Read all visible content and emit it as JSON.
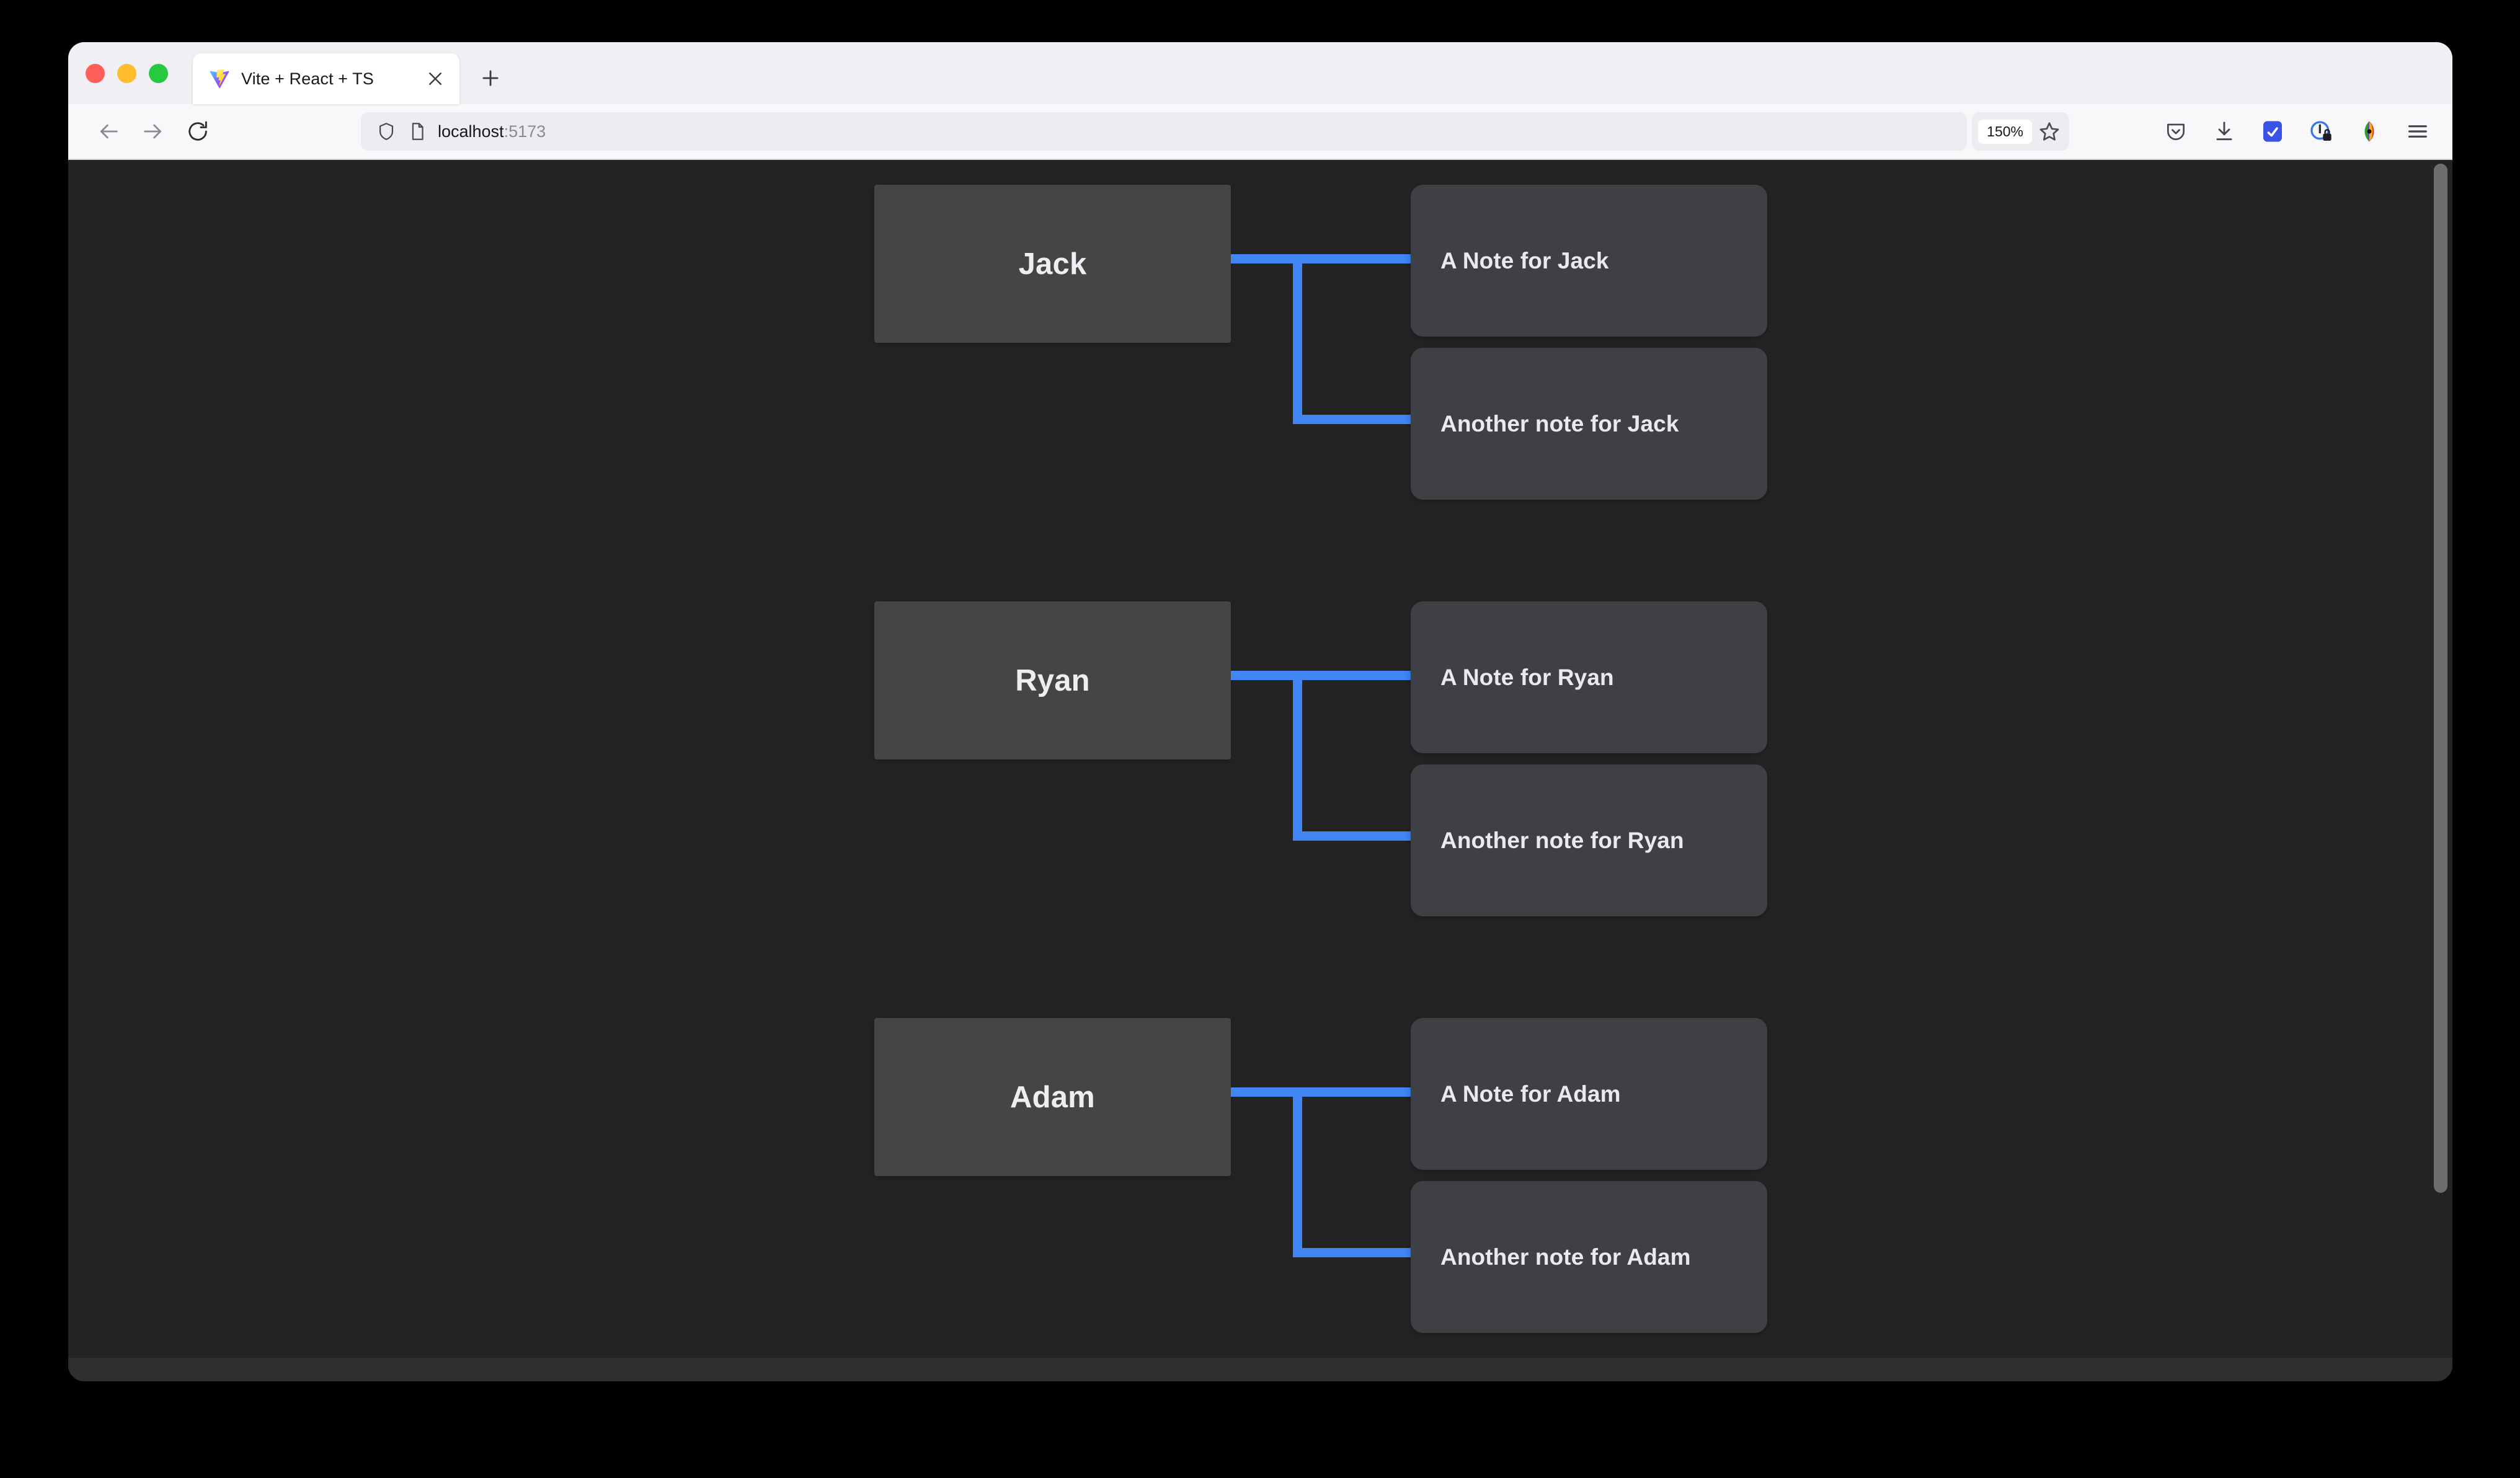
{
  "browser": {
    "window_controls": [
      "close",
      "minimize",
      "zoom"
    ],
    "tab": {
      "title": "Vite + React + TS",
      "favicon": "vite-logo-icon",
      "close_label": "×"
    },
    "new_tab_label": "+",
    "nav": {
      "back_label": "←",
      "forward_label": "→",
      "reload_label": "↻"
    },
    "url": {
      "host": "localhost",
      "port": ":5173"
    },
    "zoom_level": "150%",
    "toolbar_icons": [
      "pocket-save-icon",
      "downloads-icon",
      "extension-blue-icon",
      "privacy-lock-icon",
      "color-wheel-icon",
      "hamburger-menu-icon"
    ]
  },
  "colors": {
    "page_background": "#242424",
    "person_box": "#454545",
    "note_box": "#3e4046",
    "connector_blue": "#4285f4",
    "text_primary": "#eceef1"
  },
  "tree": {
    "people": [
      {
        "name": "Jack",
        "notes": [
          "A Note for Jack",
          "Another note for Jack"
        ]
      },
      {
        "name": "Ryan",
        "notes": [
          "A Note for Ryan",
          "Another note for Ryan"
        ]
      },
      {
        "name": "Adam",
        "notes": [
          "A Note for Adam",
          "Another note for Adam"
        ]
      }
    ]
  }
}
